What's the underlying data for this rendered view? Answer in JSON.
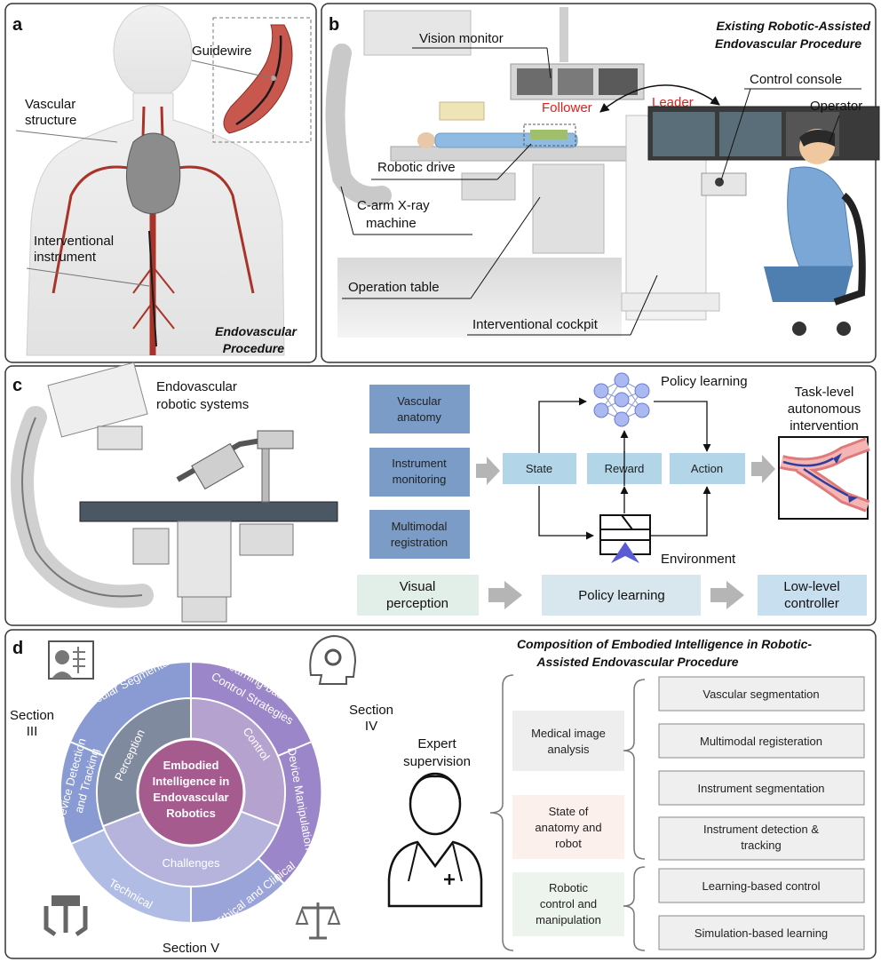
{
  "panels": {
    "a": {
      "letter": "a",
      "guidewire": "Guidewire",
      "vascular_structure": [
        "Vascular",
        "structure"
      ],
      "interventional_instrument": [
        "Interventional",
        "instrument"
      ],
      "caption": [
        "Endovascular",
        "Procedure"
      ]
    },
    "b": {
      "letter": "b",
      "title": [
        "Existing Robotic-Assisted",
        "Endovascular Procedure"
      ],
      "vision_monitor": "Vision monitor",
      "control_console": "Control console",
      "follower": "Follower",
      "leader": "Leader",
      "operator": "Operator",
      "robotic_drive": "Robotic drive",
      "c_arm": [
        "C-arm X-ray",
        "machine"
      ],
      "operation_table": "Operation table",
      "interventional_cockpit": "Interventional cockpit"
    },
    "c": {
      "letter": "c",
      "system_label": [
        "Endovascular",
        "robotic systems"
      ],
      "inputs": [
        [
          "Vascular",
          "anatomy"
        ],
        [
          "Instrument",
          "monitoring"
        ],
        [
          "Multimodal",
          "registration"
        ]
      ],
      "state": "State",
      "reward": "Reward",
      "action": "Action",
      "policy_learning": "Policy learning",
      "environment": "Environment",
      "outcome": [
        "Task-level",
        "autonomous",
        "intervention"
      ],
      "pipeline": [
        [
          "Visual",
          "perception"
        ],
        [
          "Policy learning"
        ],
        [
          "Low-level",
          "controller"
        ]
      ]
    },
    "d": {
      "letter": "d",
      "title": [
        "Composition of Embodied Intelligence in Robotic-",
        "Assisted Endovascular Procedure"
      ],
      "center": [
        "Embodied",
        "Intelligence in",
        "Endovascular",
        "Robotics"
      ],
      "inner": {
        "perception": "Perception",
        "control": "Control",
        "challenges": "Challenges"
      },
      "outer": {
        "vascular_segmentation": "Vascular Segmentation",
        "learning_control": [
          "Learning-based",
          "Control Strategies"
        ],
        "device_manipulation": "Device Manipulation",
        "ethical_clinical": "Ethical and Clinical",
        "technical": "Technical",
        "device_detection": [
          "Device Detection",
          "and Tracking"
        ]
      },
      "section3": [
        "Section",
        "III"
      ],
      "section4": [
        "Section",
        "IV"
      ],
      "section5": "Section V",
      "expert": [
        "Expert",
        "supervision"
      ],
      "categories": [
        [
          "Medical image",
          "analysis"
        ],
        [
          "State of",
          "anatomy and",
          "robot"
        ],
        [
          "Robotic",
          "control and",
          "manipulation"
        ]
      ],
      "items": [
        [
          "Vascular segmentation"
        ],
        [
          "Multimodal registeration"
        ],
        [
          "Instrument segmentation"
        ],
        [
          "Instrument detection &",
          "tracking"
        ],
        [
          "Learning-based control"
        ],
        [
          "Simulation-based learning"
        ]
      ]
    }
  }
}
